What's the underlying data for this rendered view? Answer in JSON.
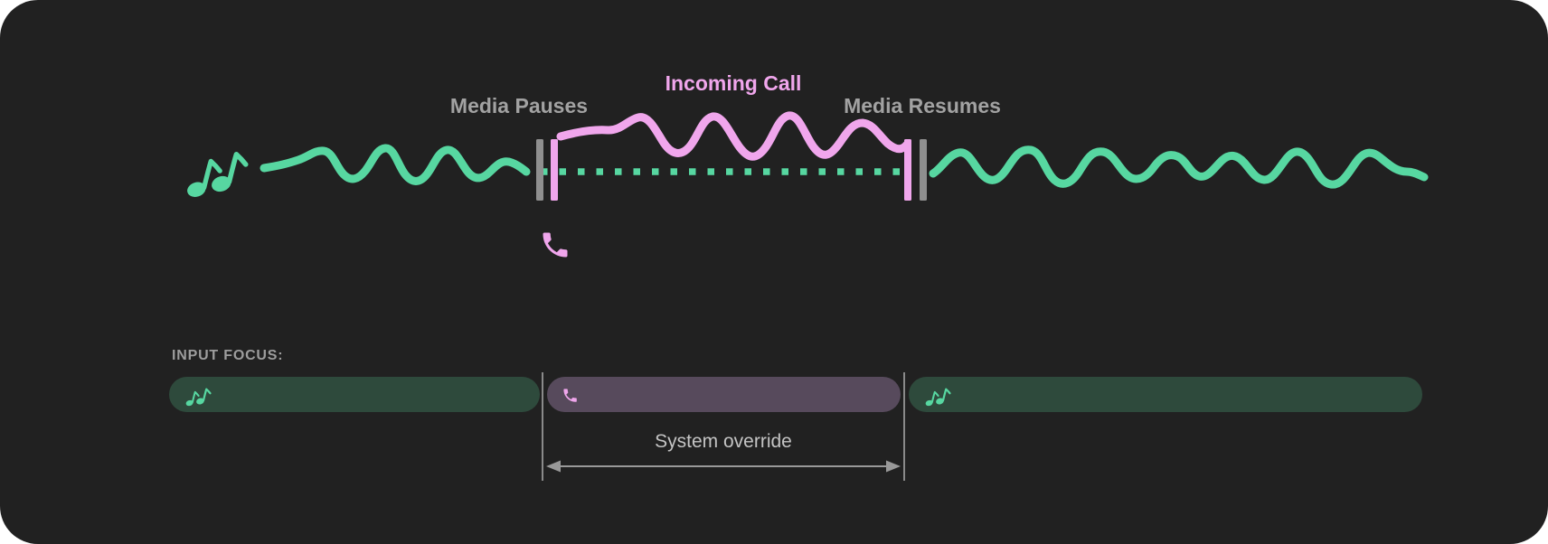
{
  "diagram": {
    "title_labels": {
      "media_pauses": "Media Pauses",
      "incoming_call": "Incoming Call",
      "media_resumes": "Media Resumes"
    },
    "icons": {
      "media": "music-notes",
      "call": "phone"
    },
    "sequence": [
      {
        "phase": "media-playing",
        "line_style": "solid-wave",
        "color": "#57d7a1"
      },
      {
        "phase": "incoming-call",
        "line_style": "solid-wave",
        "color": "#f0a6ec",
        "media_line_style": "dotted",
        "label": "Incoming Call"
      },
      {
        "phase": "media-resumed",
        "line_style": "solid-wave",
        "color": "#57d7a1"
      }
    ]
  },
  "input_focus": {
    "heading": "INPUT FOCUS:",
    "override_label": "System override",
    "segments": [
      {
        "type": "media",
        "icon": "music-notes"
      },
      {
        "type": "call",
        "icon": "phone",
        "annotation": "System override"
      },
      {
        "type": "media",
        "icon": "music-notes"
      }
    ]
  },
  "colors": {
    "panel_background": "#212121",
    "media_green": "#57d7a1",
    "call_pink": "#f0a6ec",
    "marker_gray": "#8f8f8f",
    "media_pill": "#2e4a3c",
    "call_pill": "#574a5c",
    "label_gray": "#a2a2a2",
    "override_gray": "#c4c4c4"
  }
}
